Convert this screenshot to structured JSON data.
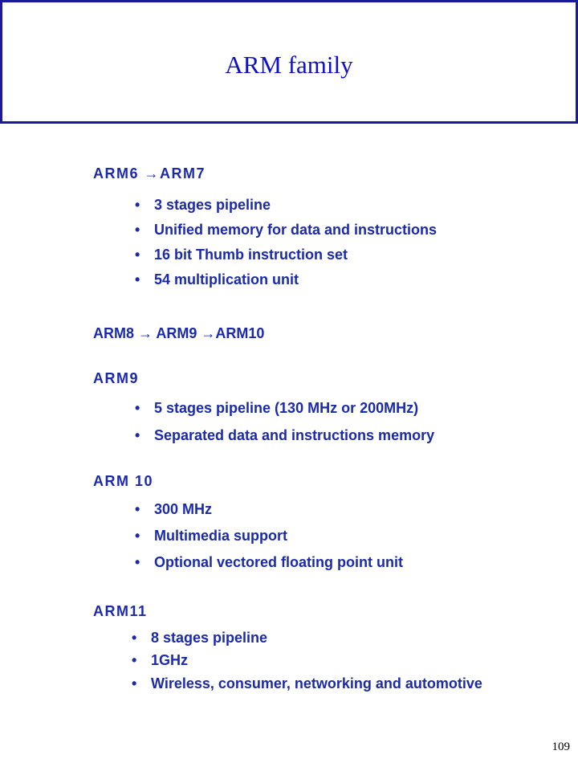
{
  "slide": {
    "title": "ARM family",
    "number": "109"
  },
  "sections": {
    "arm6_7": {
      "heading": "ARM6 →ARM7",
      "bullets": [
        "3 stages pipeline",
        "Unified memory for data and instructions",
        "16 bit Thumb instruction set",
        "54 multiplication unit"
      ]
    },
    "evolution": {
      "heading": "ARM8 → ARM9 →ARM10"
    },
    "arm9": {
      "heading": "ARM9",
      "bullets": [
        "5 stages pipeline  (130 MHz or 200MHz)",
        "Separated data and instructions memory"
      ]
    },
    "arm10": {
      "heading": "ARM 10",
      "bullets": [
        "300 MHz",
        "Multimedia support",
        "Optional vectored floating point unit"
      ]
    },
    "arm11": {
      "heading": "ARM11",
      "bullets": [
        "8 stages pipeline",
        "1GHz",
        "Wireless, consumer, networking and automotive"
      ]
    }
  },
  "bullet_symbol": "•",
  "colors": {
    "text": "#1a2aa8",
    "title": "#1010c8",
    "border": "#1a1a9a"
  }
}
